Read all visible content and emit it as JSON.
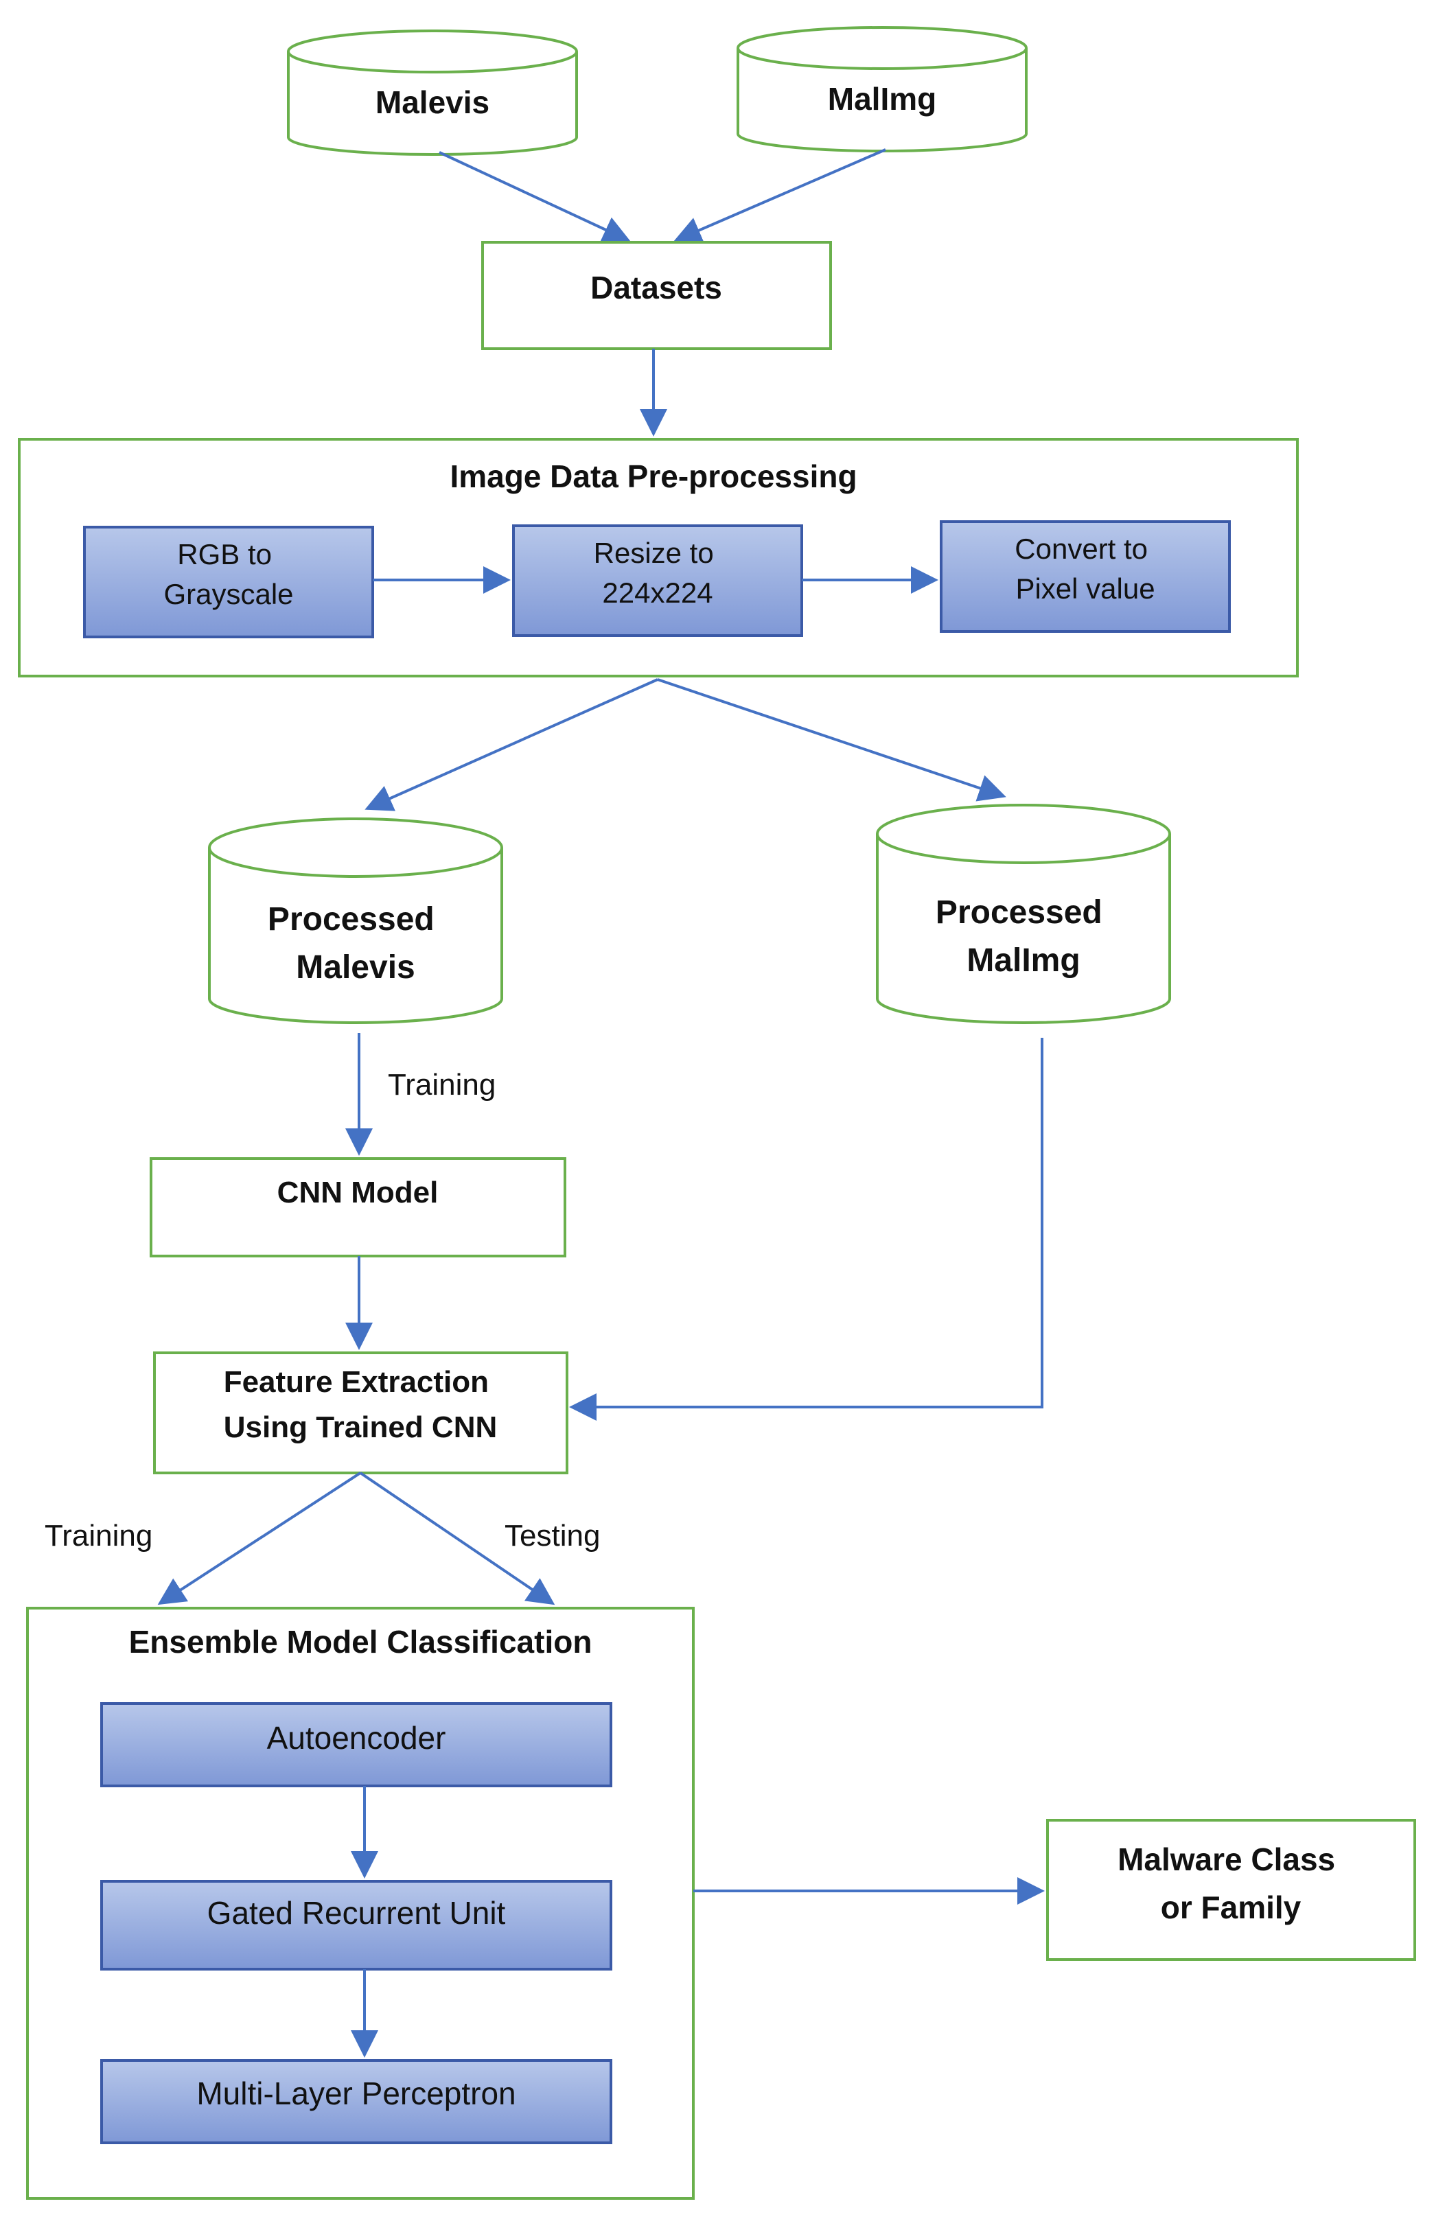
{
  "colors": {
    "outline_green": "#6ab04c",
    "arrow_blue": "#4472c4",
    "step_fill_top": "#b7c7ea",
    "step_fill_bottom": "#7f98d6",
    "step_border": "#3b5aa7"
  },
  "nodes": {
    "malevis": "Malevis",
    "malimg": "MalImg",
    "datasets": "Datasets",
    "preprocessing_title": "Image Data Pre-processing",
    "rgb_to_gray": [
      "RGB to",
      "Grayscale"
    ],
    "resize": [
      "Resize to",
      "224x224"
    ],
    "convert_pixel": [
      "Convert to",
      "Pixel value"
    ],
    "processed_malevis": [
      "Processed",
      "Malevis"
    ],
    "processed_malimg": [
      "Processed",
      "MalImg"
    ],
    "cnn_model": "CNN Model",
    "feature_extraction": [
      "Feature Extraction",
      "Using Trained CNN"
    ],
    "ensemble_title": "Ensemble Model Classification",
    "autoencoder": "Autoencoder",
    "gru": "Gated Recurrent Unit",
    "mlp": "Multi-Layer Perceptron",
    "output": [
      "Malware Class",
      "or Family"
    ]
  },
  "edge_labels": {
    "training_cnn": "Training",
    "training_ensemble": "Training",
    "testing_ensemble": "Testing"
  }
}
